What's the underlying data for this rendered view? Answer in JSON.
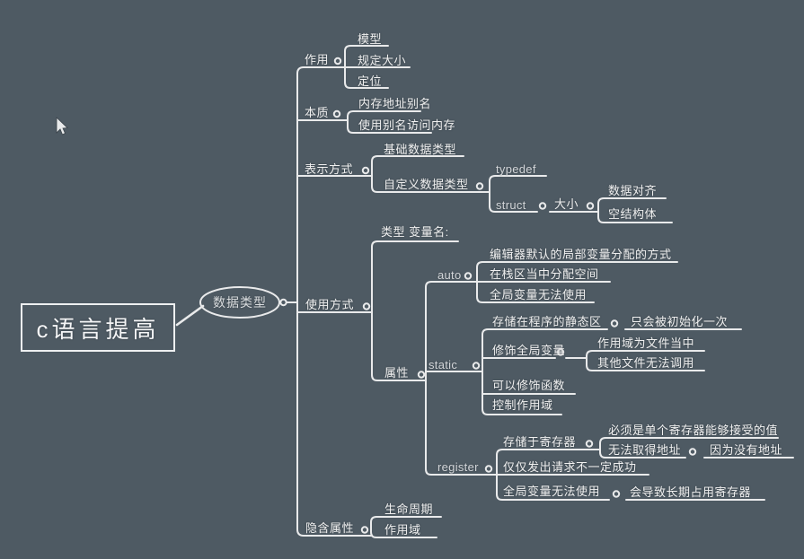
{
  "canvas": {
    "background_color": "#4e5a63",
    "line_color": "#e9eaeb",
    "text_color": "#f0f0f0"
  },
  "mindmap": {
    "root": {
      "label": "c语言提高"
    },
    "topic": {
      "label": "数据类型"
    },
    "role": {
      "label": "作用",
      "model": {
        "label": "模型"
      },
      "size_rule": {
        "label": "规定大小"
      },
      "positioning": {
        "label": "定位"
      }
    },
    "essence": {
      "label": "本质",
      "memory_alias": {
        "label": "内存地址别名"
      },
      "alias_access": {
        "label": "使用别名访问内存"
      }
    },
    "representation": {
      "label": "表示方式",
      "basic_types": {
        "label": "基础数据类型"
      },
      "custom_types": {
        "label": "自定义数据类型",
        "typedef": {
          "label": "typedef"
        },
        "struct": {
          "label": "struct",
          "size": {
            "label": "大小",
            "data_align": {
              "label": "数据对齐"
            },
            "empty_struct": {
              "label": "空结构体"
            }
          }
        }
      }
    },
    "usage": {
      "label": "使用方式",
      "declaration": {
        "label": "类型 变量名:"
      },
      "attributes": {
        "label": "属性",
        "auto": {
          "label": "auto",
          "default_alloc": {
            "label": "编辑器默认的局部变量分配的方式"
          },
          "stack_alloc": {
            "label": "在栈区当中分配空间"
          },
          "no_global": {
            "label": "全局变量无法使用"
          }
        },
        "static": {
          "label": "static",
          "static_area": {
            "label": "存储在程序的静态区",
            "init_once": {
              "label": "只会被初始化一次"
            }
          },
          "modify_global": {
            "label": "修饰全局变量",
            "file_scope": {
              "label": "作用域为文件当中"
            },
            "no_other_file": {
              "label": "其他文件无法调用"
            }
          },
          "modify_func": {
            "label": "可以修饰函数"
          },
          "scope_control": {
            "label": "控制作用域"
          }
        },
        "register": {
          "label": "register",
          "reg_storage": {
            "label": "存储于寄存器",
            "value_limit": {
              "label": "必须是单个寄存器能够接受的值"
            },
            "no_address": {
              "label": "无法取得地址",
              "reason": {
                "label": "因为没有地址"
              }
            }
          },
          "request_may_fail": {
            "label": "仅仅发出请求不一定成功"
          },
          "no_global": {
            "label": "全局变量无法使用",
            "occupy": {
              "label": "会导致长期占用寄存器"
            }
          }
        }
      }
    },
    "implicit": {
      "label": "隐含属性",
      "lifetime": {
        "label": "生命周期"
      },
      "scope": {
        "label": "作用域"
      }
    }
  }
}
